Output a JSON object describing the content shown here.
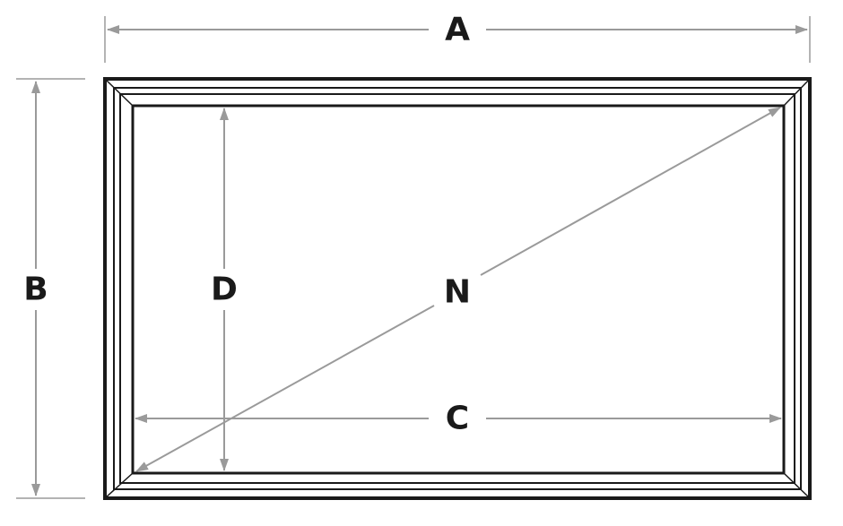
{
  "labels": {
    "overall_width": "A",
    "overall_height": "B",
    "viewable_width": "C",
    "viewable_height": "D",
    "diagonal": "N"
  },
  "colors": {
    "frame": "#1a1a1a",
    "dimension_lines": "#9a9a9a",
    "text": "#1a1a1a"
  }
}
